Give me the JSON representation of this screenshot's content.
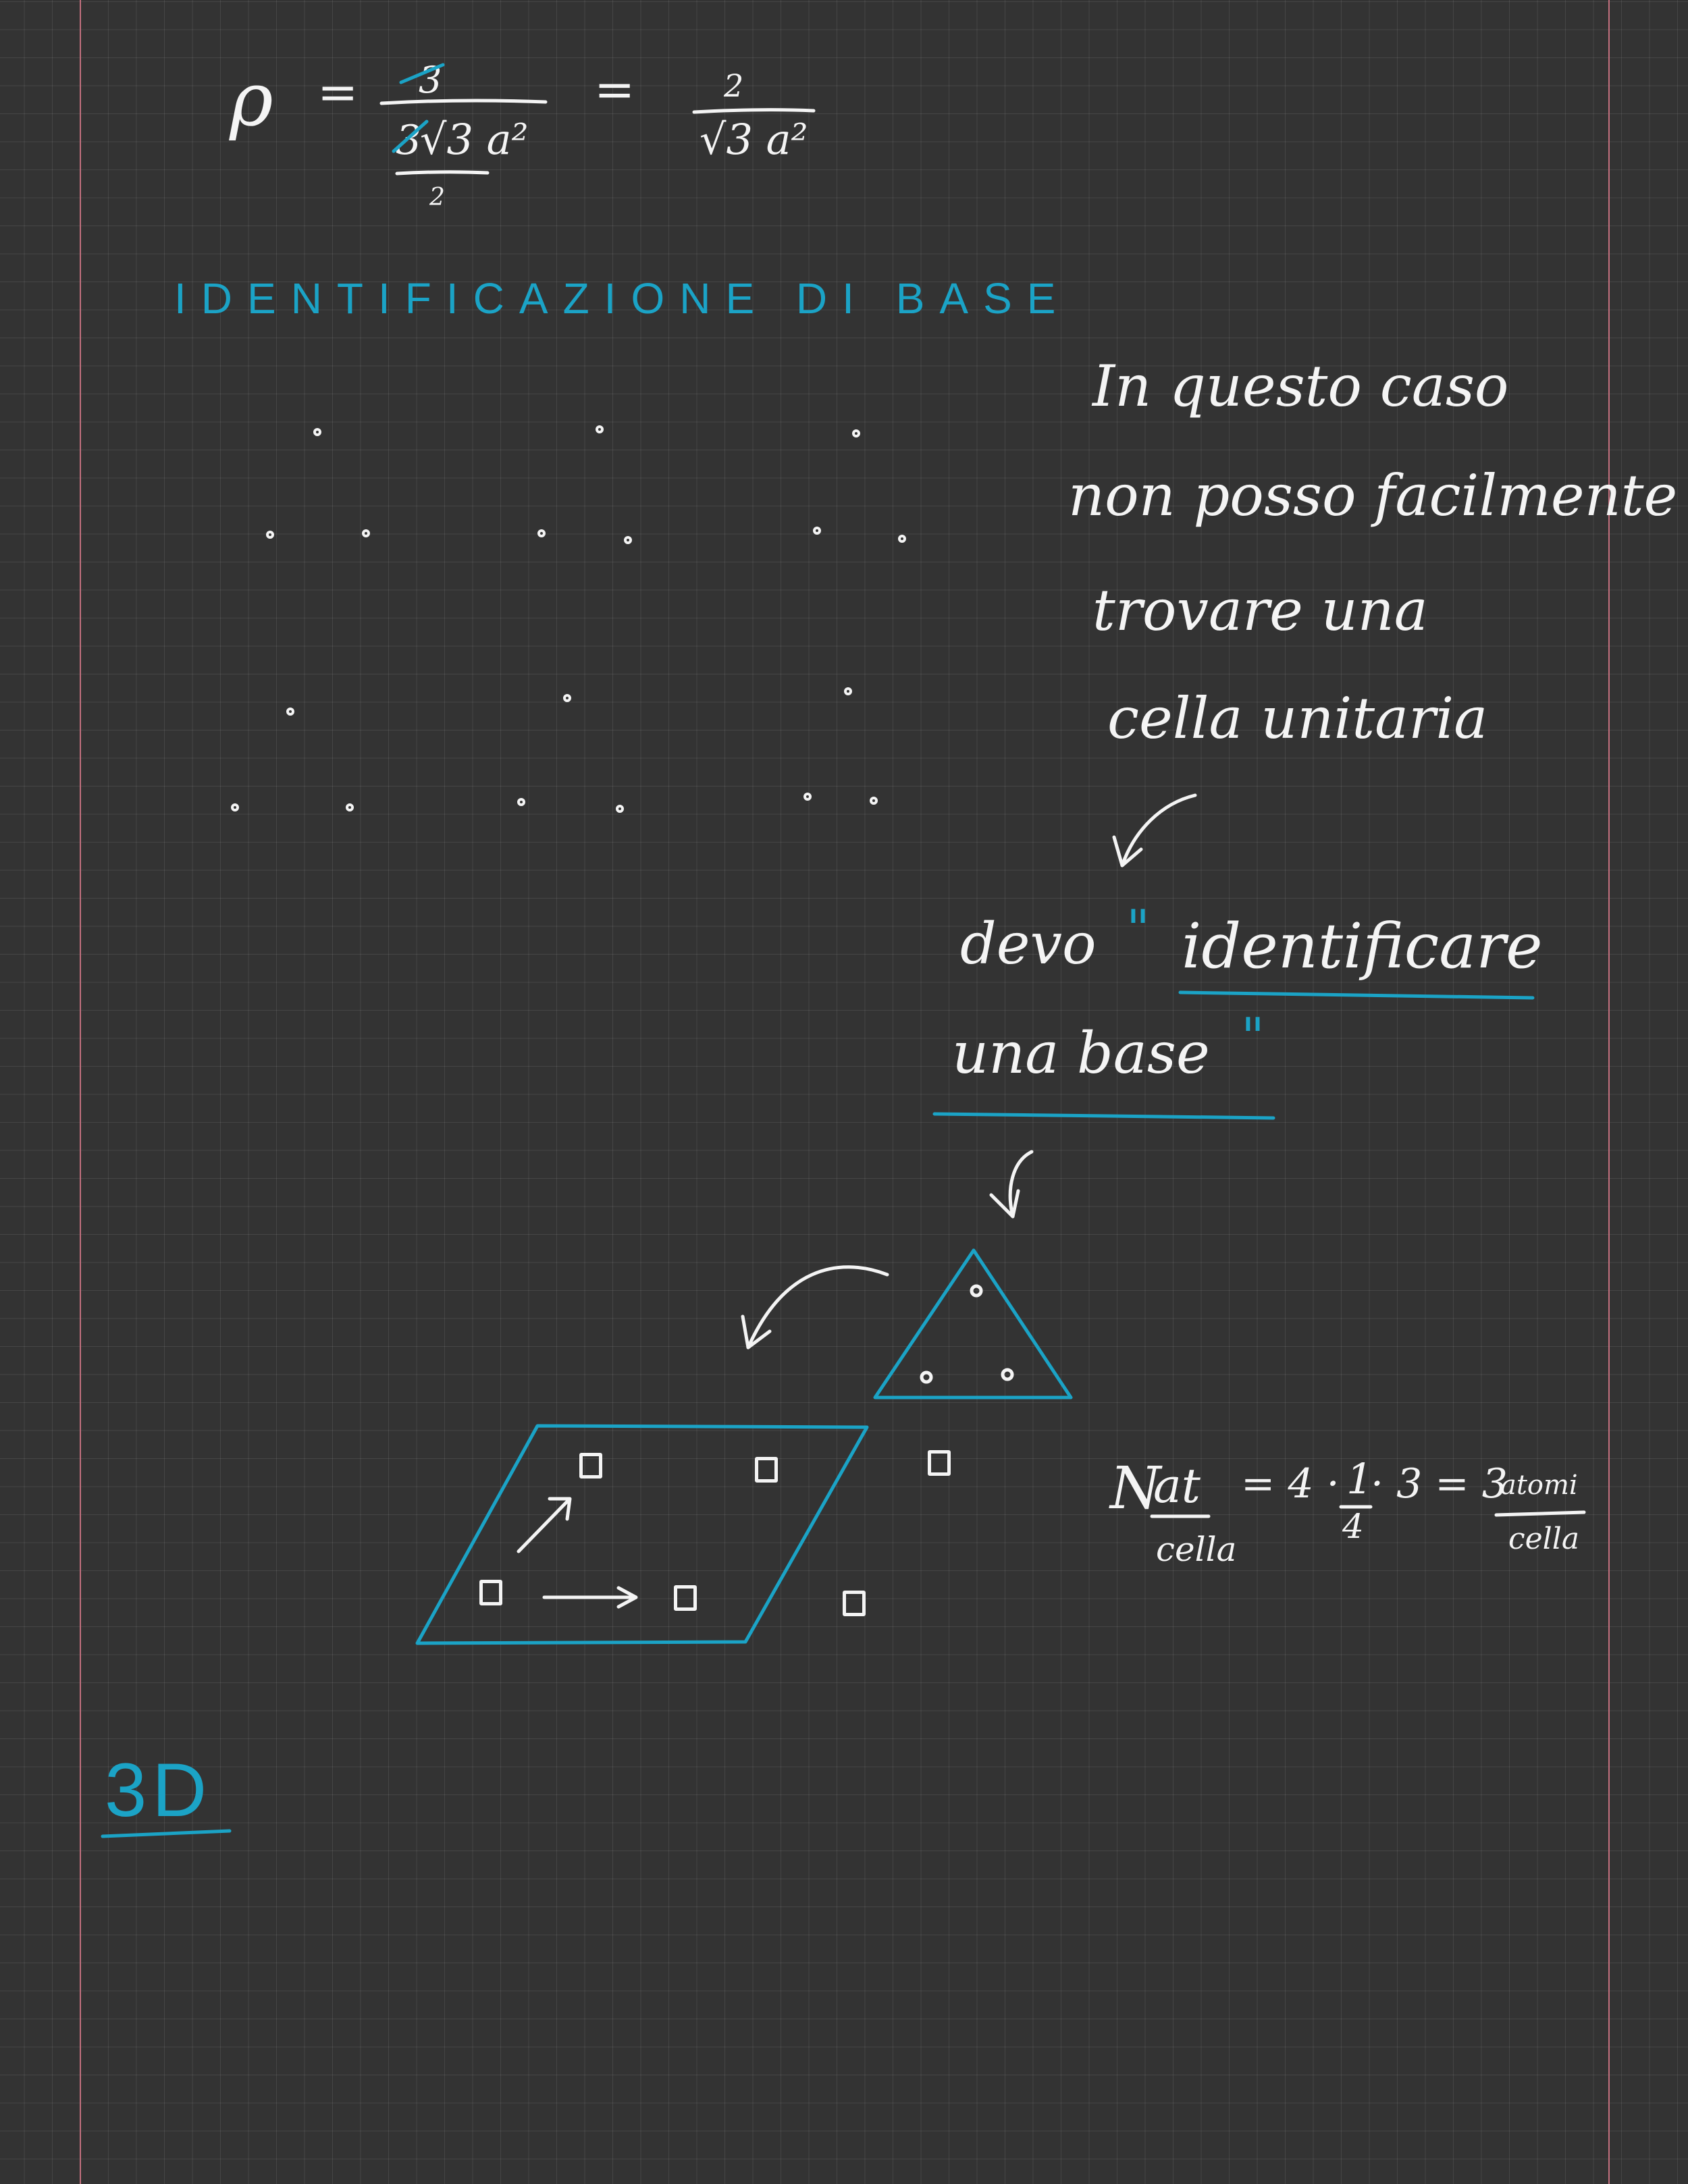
{
  "colors": {
    "background": "#333333",
    "ink": "#f4f4f4",
    "accent": "#1ba3c6",
    "margin_line": "#c2707e"
  },
  "formula": {
    "lhs": "ρ",
    "equals": "=",
    "num_1_struck": "3",
    "den_1_struck": "3",
    "den_1_rest": "√3 a²",
    "den_1_sub": "2",
    "equals_2": "=",
    "num_2": "2",
    "den_2": "√3 a²"
  },
  "heading": "IDENTIFICAZIONE DI BASE",
  "note_lines": [
    "In questo caso",
    "non posso facilmente",
    "trovare una",
    "cella unitaria"
  ],
  "conclusion": {
    "line1_prefix": "devo",
    "quote_open": "\"",
    "line1_word": "identificare",
    "line2": "una base",
    "quote_close": "\""
  },
  "atoms_equation": {
    "N": "N",
    "at": "at",
    "cella": "cella",
    "rhs": "= 4 · ",
    "frac_num": "1",
    "frac_den": "4",
    "rhs_2": " · 3 = 3",
    "unit_num": "atomi",
    "unit_den": "cella"
  },
  "section_3d": "3D"
}
